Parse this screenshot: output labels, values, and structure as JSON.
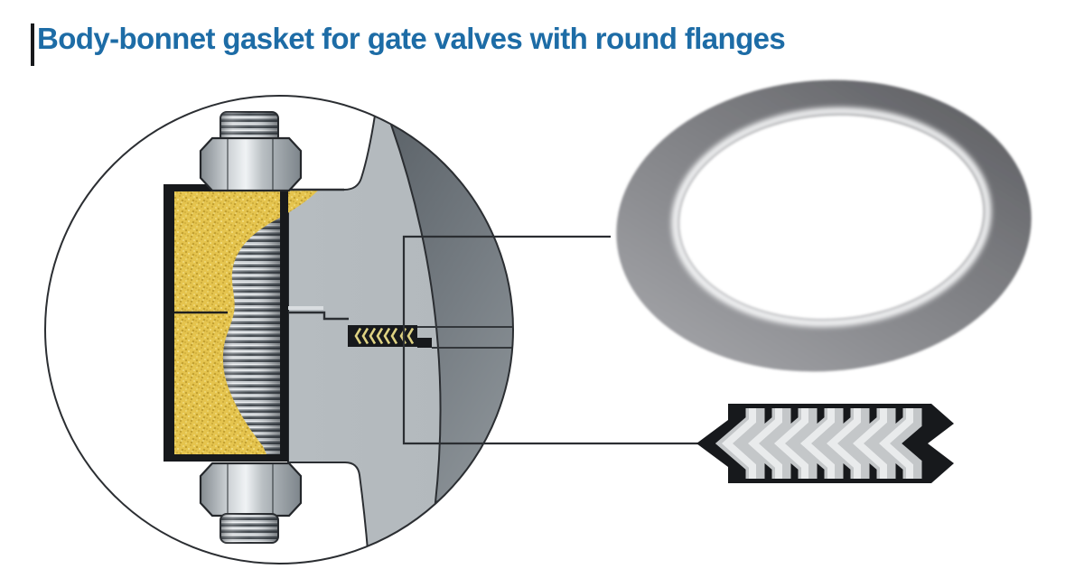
{
  "page": {
    "title": "Body-bonnet gasket for gate valves with round flanges"
  },
  "figure": {
    "detail_circle": "flange-joint-cutaway",
    "callouts": [
      "gasket-ring",
      "gasket-cross-section"
    ]
  },
  "colors": {
    "background": "#ffffff",
    "title_blue": "#1d6ca6",
    "line_dark": "#2b2e32",
    "steel_light": "#b6bcc0",
    "steel_mid": "#9aa1a6",
    "steel_dark": "#666d73",
    "section_yellow": "#e5c44e",
    "gasket_black": "#17191c",
    "chevron_yellow": "#ded282",
    "ring_gray": "#85868a",
    "thread_dark": "#454b51"
  }
}
